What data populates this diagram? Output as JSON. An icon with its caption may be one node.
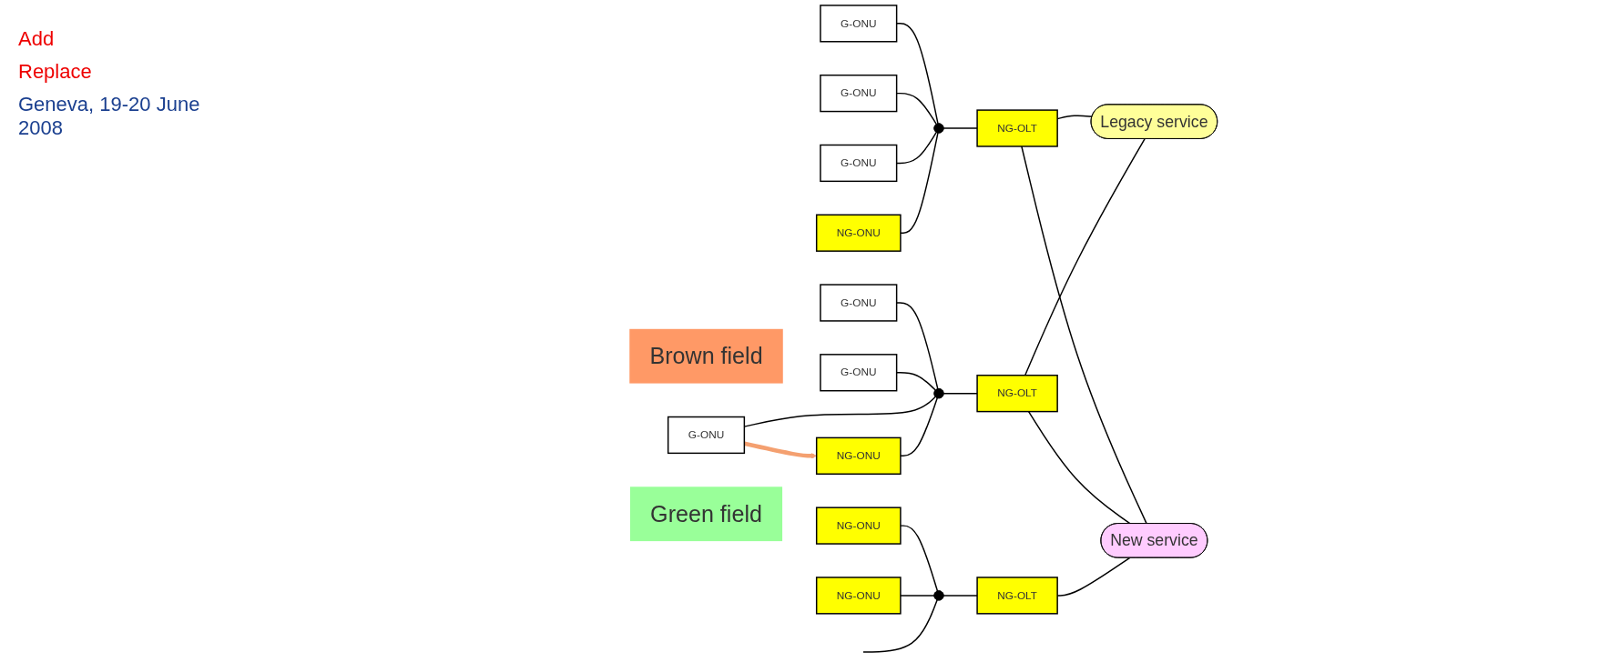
{
  "diagram": {
    "nodes": [
      {
        "text": [
          "Brown field"
        ]
      },
      {
        "text": [
          "G-ONU"
        ]
      },
      {
        "text": [
          "G-ONU"
        ]
      },
      {
        "text": [
          "G-ONU"
        ]
      },
      {
        "text": [
          "NG-ONU"
        ]
      },
      {
        "text": [],
        "shape": "circle"
      },
      {
        "text": [
          "NG-OLT"
        ]
      },
      {
        "text": [
          "G-ONU"
        ]
      },
      {
        "text": [
          "G-ONU"
        ]
      },
      {
        "text": [
          "G-ONU"
        ]
      },
      {
        "text": [
          "NG-ONU"
        ]
      },
      {
        "text": [],
        "shape": "circle"
      },
      {
        "text": [
          "NG-OLT"
        ]
      },
      {
        "text": [
          "Green field"
        ]
      },
      {
        "text": [
          "NG-ONU"
        ]
      },
      {
        "text": [
          "NG-ONU"
        ]
      },
      {
        "text": [],
        "shape": "circle"
      },
      {
        "text": [
          "NG-OLT"
        ]
      },
      {
        "text": [
          "Legacy service"
        ]
      },
      {
        "text": [
          "New service"
        ]
      }
    ],
    "edges": [
      {
        "from": 1,
        "to": 5,
        "arrow": "none"
      },
      {
        "from": 2,
        "to": 5,
        "arrow": "none"
      },
      {
        "from": 3,
        "to": 5,
        "arrow": "none"
      },
      {
        "from": 4,
        "to": 5,
        "arrow": "none"
      },
      {
        "from": 5,
        "to": 6,
        "arrow": "none"
      },
      {
        "from": 6,
        "to": 18,
        "arrow": "none"
      },
      {
        "from": 6,
        "to": 19,
        "arrow": "none"
      },
      {
        "from": 7,
        "to": 11,
        "arrow": "none"
      },
      {
        "from": 8,
        "to": 11,
        "arrow": "none"
      },
      {
        "from": 9,
        "to": 11,
        "arrow": "none"
      },
      {
        "from": 10,
        "to": 11,
        "arrow": "none"
      },
      {
        "from": 9,
        "to": 10,
        "arrow": "to",
        "style": "thick",
        "color": "#f4a070"
      },
      {
        "from": 11,
        "to": 12,
        "arrow": "none"
      },
      {
        "from": 12,
        "to": 18,
        "arrow": "none"
      },
      {
        "from": 12,
        "to": 19,
        "arrow": "none"
      },
      {
        "from": 14,
        "to": 16,
        "arrow": "none"
      },
      {
        "from": 15,
        "to": 16,
        "arrow": "none"
      },
      {
        "from": null,
        "to": 16,
        "arrow": "none"
      },
      {
        "from": 16,
        "to": 17,
        "arrow": "none"
      },
      {
        "from": 17,
        "to": 19,
        "arrow": "none"
      }
    ],
    "labels": [
      "Add",
      "Replace",
      "Geneva, 19-20 June 2008"
    ]
  }
}
